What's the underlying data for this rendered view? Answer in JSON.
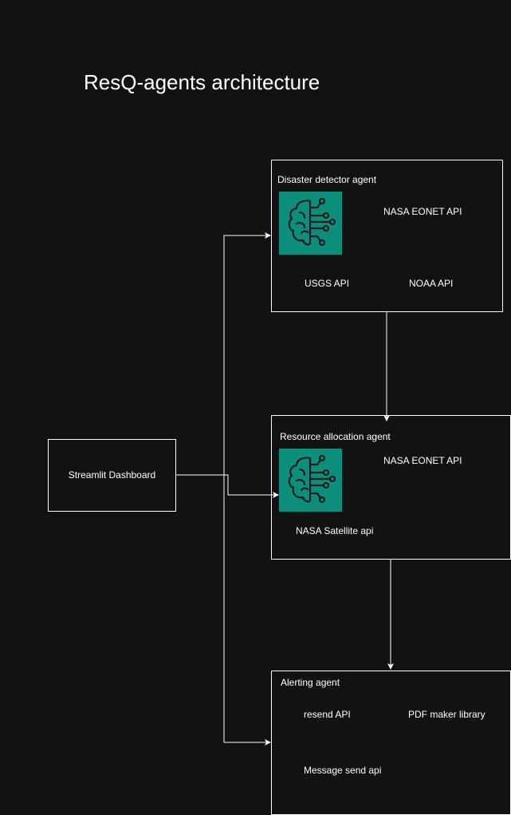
{
  "title": "ResQ-agents architecture",
  "dashboard": {
    "label": "Streamlit Dashboard"
  },
  "disaster_agent": {
    "title": "Disaster detector agent",
    "icon": "brain-circuit-icon",
    "apis": [
      "NASA EONET API",
      "USGS API",
      "NOAA API"
    ]
  },
  "resource_agent": {
    "title": "Resource allocation agent",
    "icon": "brain-circuit-icon",
    "apis": [
      "NASA EONET API",
      "NASA Satellite api"
    ]
  },
  "alerting_agent": {
    "title": "Alerting agent",
    "apis": [
      "resend API",
      "PDF maker library",
      "Message send api"
    ]
  },
  "colors": {
    "background": "#121212",
    "lines": "#ffffff",
    "icon_bg": "#0b8f7c",
    "icon_stroke": "#1a1a1a"
  }
}
